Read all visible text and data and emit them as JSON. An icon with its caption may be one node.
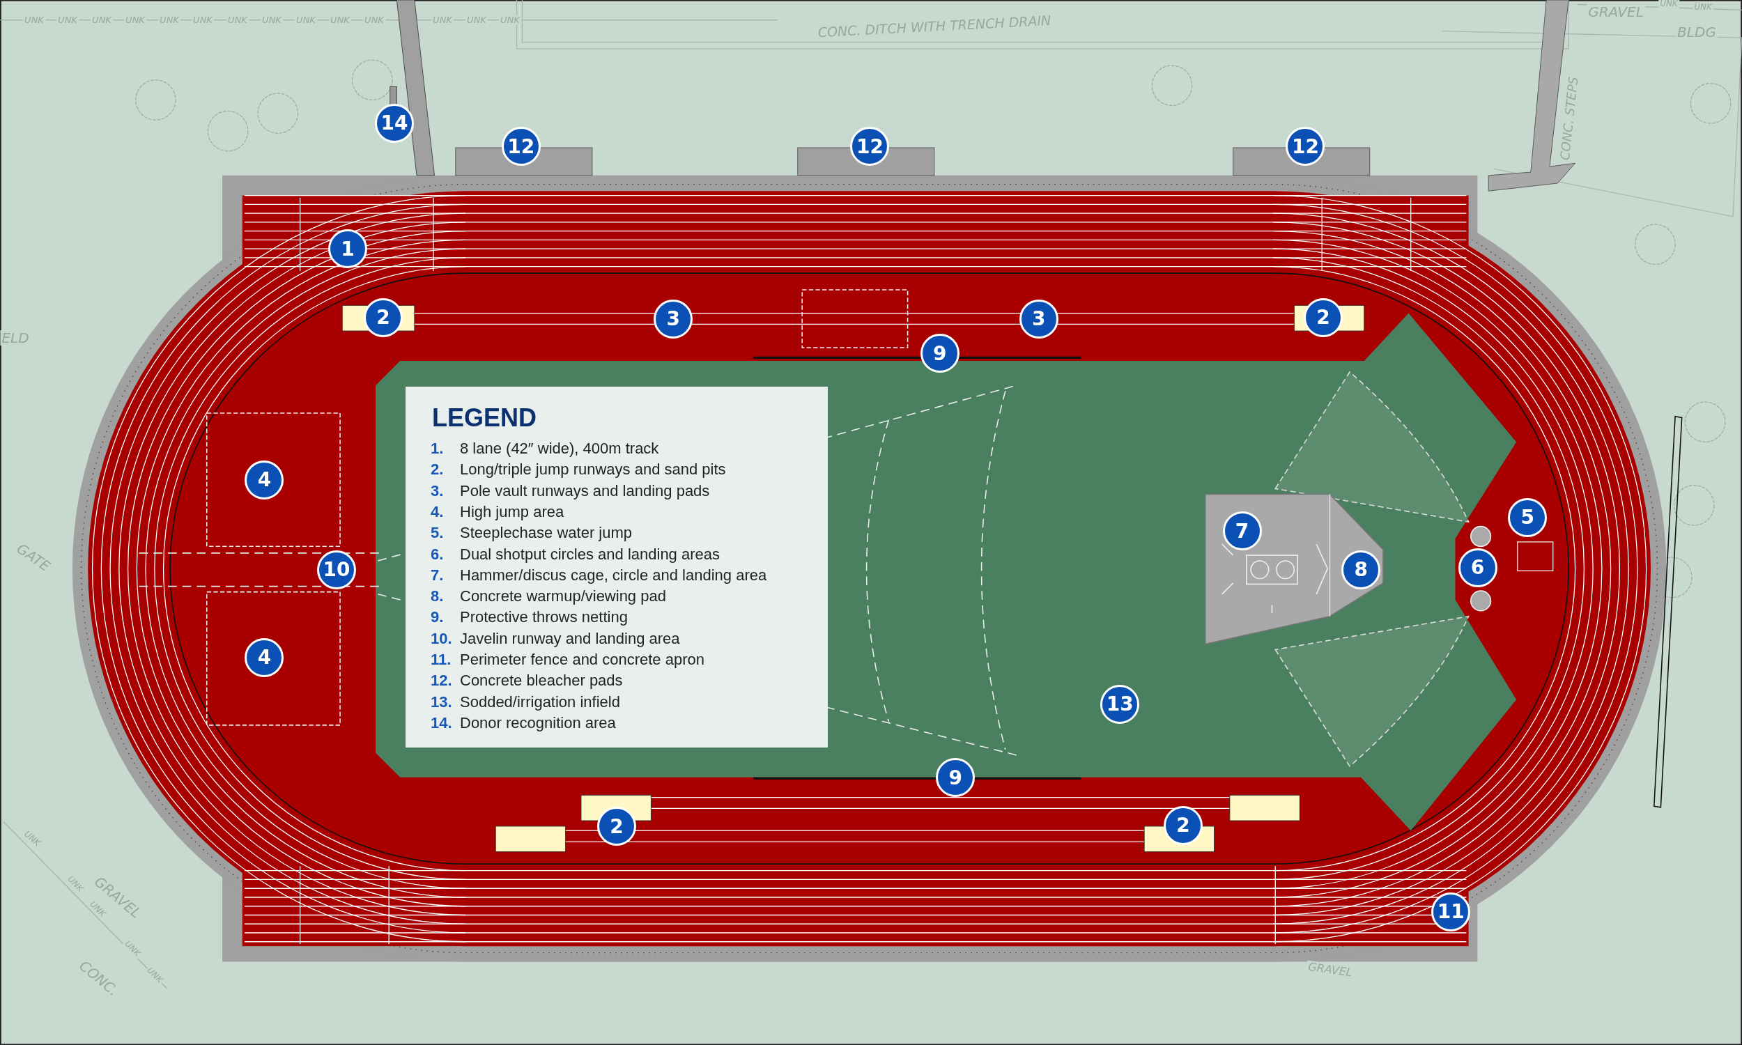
{
  "diagram": {
    "labels": [
      "UNK",
      "UNK",
      "UNK",
      "UNK",
      "UNK",
      "UNK",
      "UNK",
      "UNK",
      "UNK",
      "UNK",
      "UNK",
      "UNK",
      "UNK",
      "UNK",
      "CONC. DITCH WITH TRENCH DRAIN",
      "UNK",
      "UNK",
      "GRAVEL",
      "BLDG",
      "CONC. STEPS",
      "14",
      "12",
      "12",
      "12",
      "1",
      "2",
      "3",
      "3",
      "2",
      "9",
      "4",
      "5",
      "7",
      "10",
      "8",
      "6",
      "4",
      "13",
      "9",
      "2",
      "2",
      "11",
      "ELD",
      "GATE",
      "LEGEND",
      "1.",
      "8 lane (42″ wide), 400m track",
      "2.",
      "Long/triple jump runways and sand pits",
      "3.",
      "Pole vault runways and landing pads",
      "4.",
      "High jump area",
      "5.",
      "Steeplechase water jump",
      "6.",
      "Dual shotput circles and landing areas",
      "7.",
      "Hammer/discus cage, circle and landing area",
      "8.",
      "Concrete warmup/viewing pad",
      "9.",
      "Protective throws netting",
      "10.",
      "Javelin runway and landing area",
      "11.",
      "Perimeter fence and concrete apron",
      "12.",
      "Concrete bleacher pads",
      "13.",
      "Sodded/irrigation infield",
      "14.",
      "Donor recognition area",
      "UNK",
      "UNK",
      "GRAVEL",
      "UNK",
      "UNK",
      "UNK",
      "CONC.",
      "GRAVEL"
    ]
  }
}
